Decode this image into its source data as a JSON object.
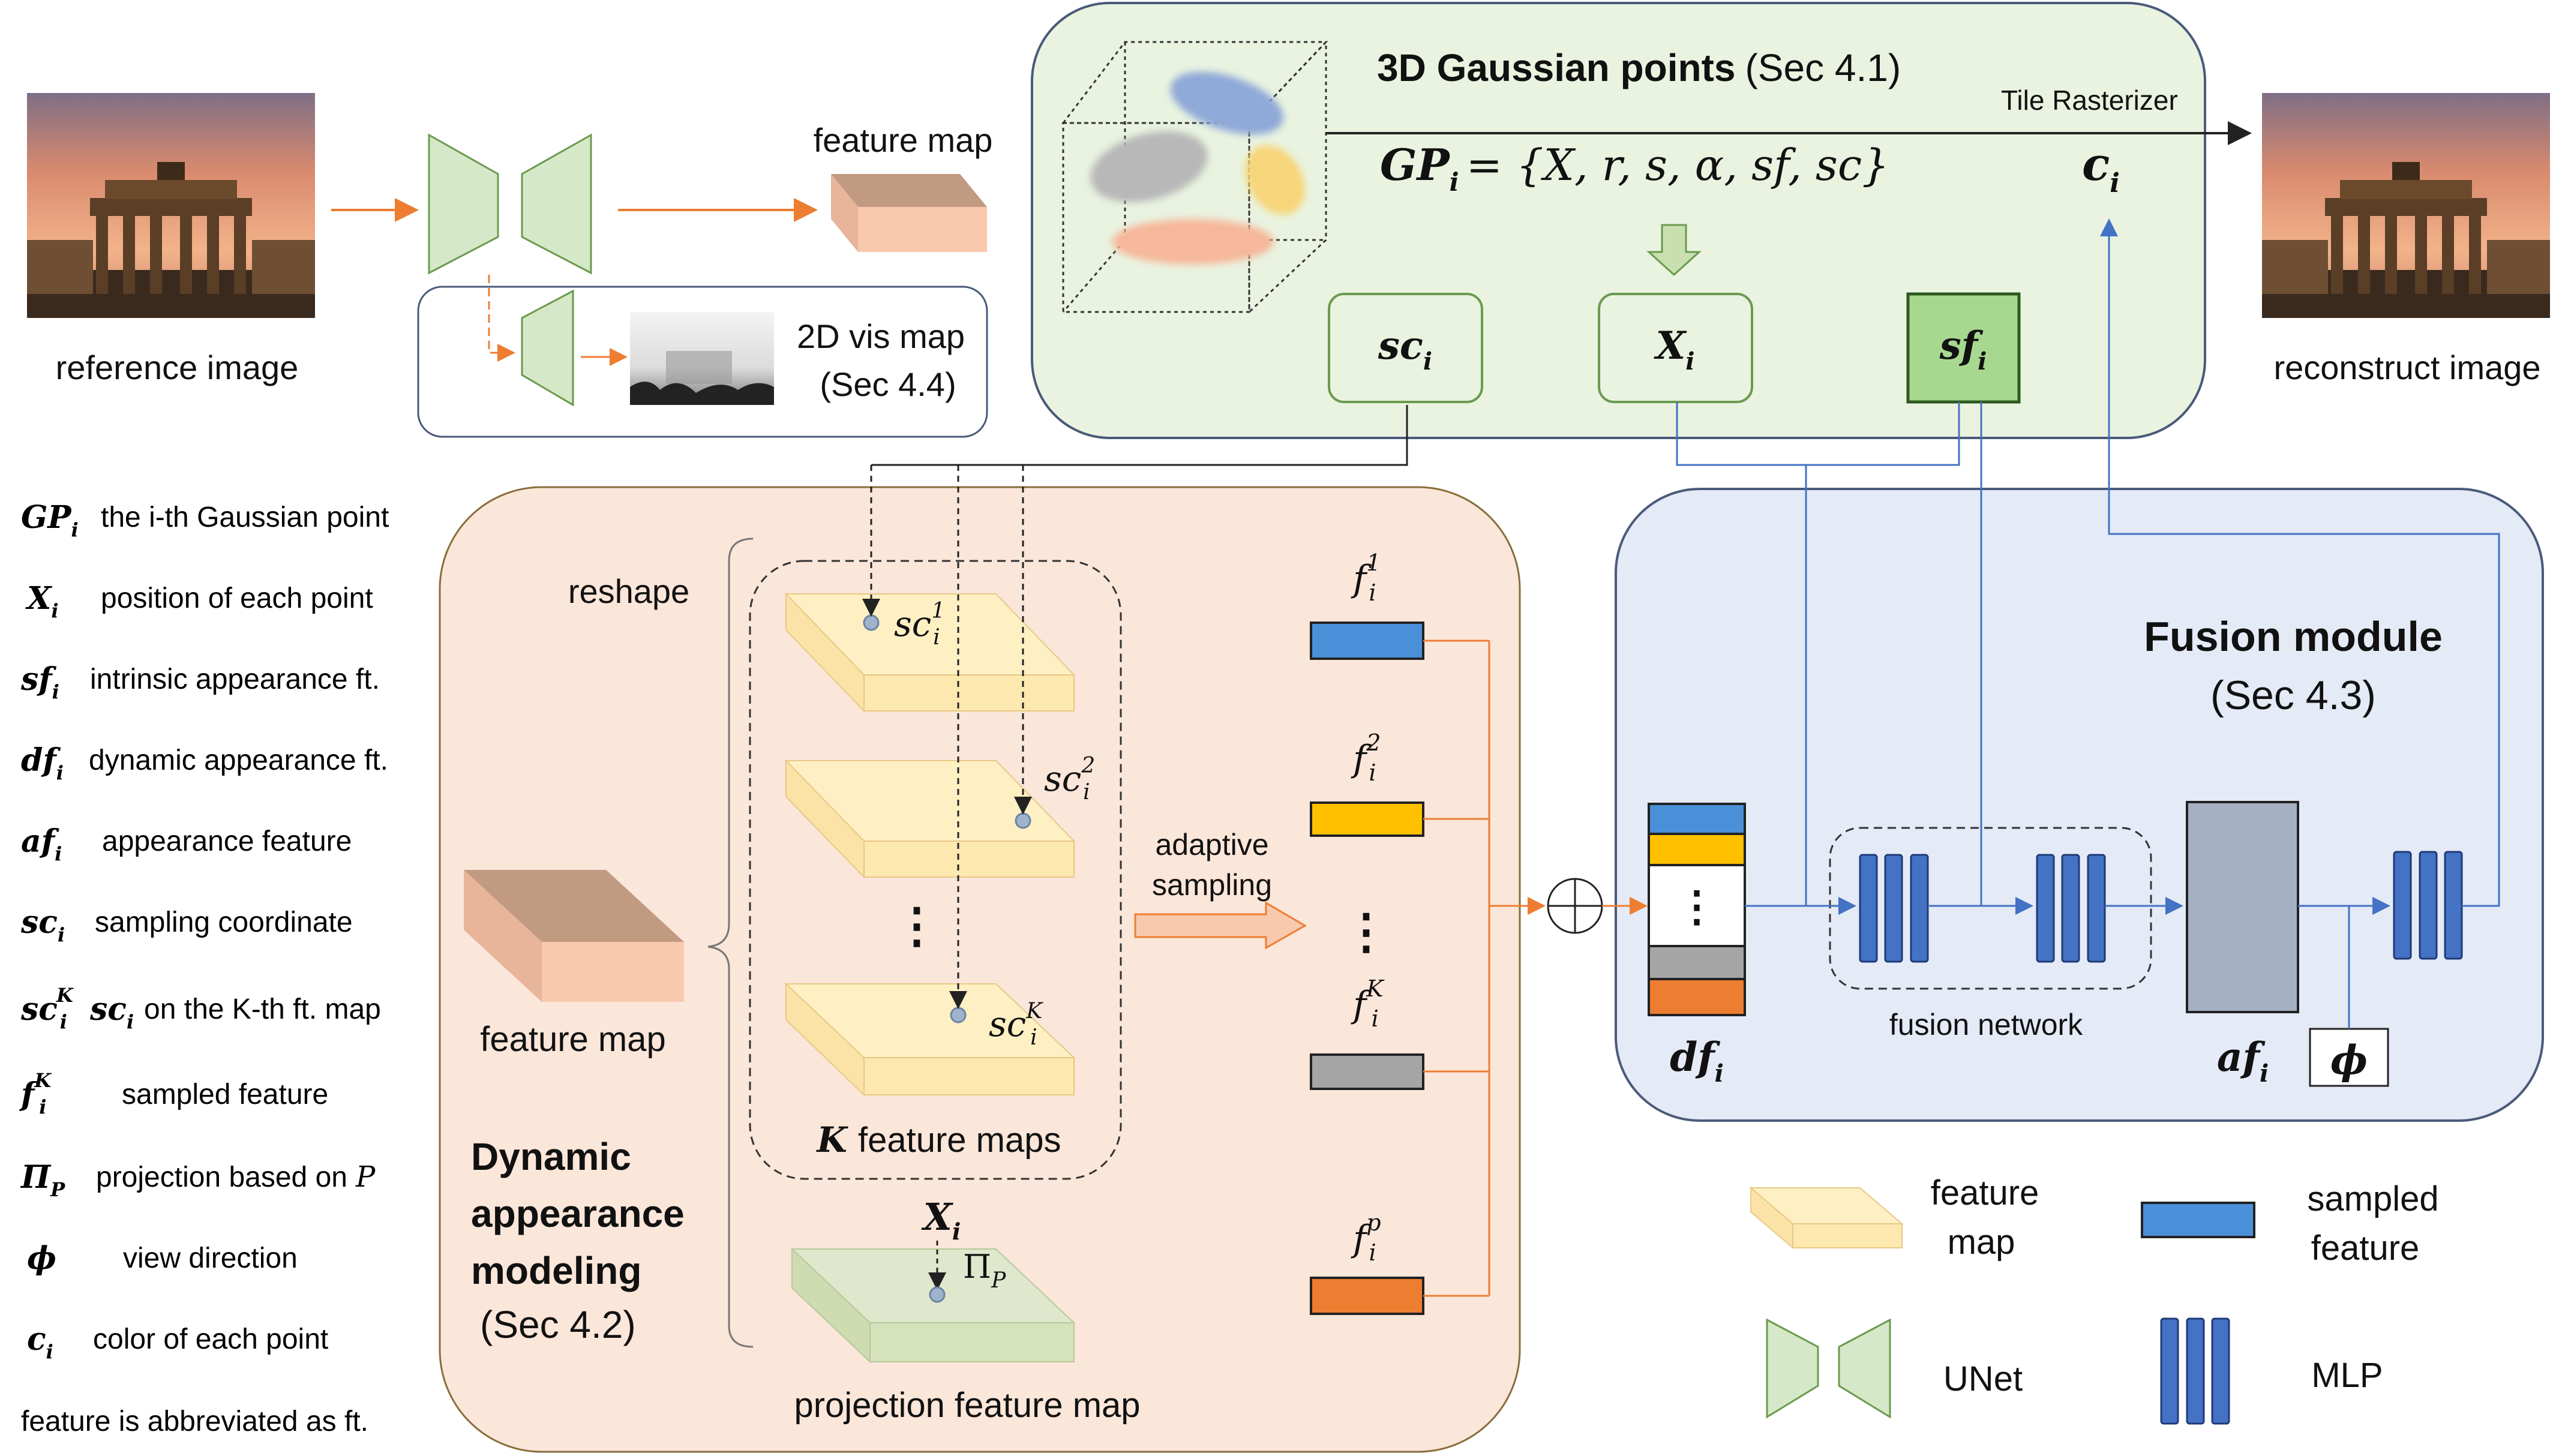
{
  "photo_ref": {
    "caption": "reference image"
  },
  "photo_recon": {
    "caption": "reconstruct image"
  },
  "unet_branch": {
    "feature_map_label": "feature map",
    "vis_map_title": "2D vis map",
    "vis_map_sec": "(Sec 4.4)"
  },
  "gaussian_panel": {
    "title": "3D Gaussian points",
    "title_sec": "(Sec 4.1)",
    "rasterizer_label": "Tile Rasterizer",
    "formula_lhs": "GP",
    "formula_rhs": "= {X, r, s, α, sf, sc}",
    "formula_sub": "i",
    "color_output": "c",
    "box_sc": "sc",
    "box_x": "X",
    "box_sf": "sf",
    "sub_i": "i"
  },
  "legend_left": [
    {
      "symbol": "GP",
      "sub": "i",
      "sup": "",
      "text": "the i-th Gaussian point"
    },
    {
      "symbol": "X",
      "sub": "i",
      "sup": "",
      "text": "position of each point"
    },
    {
      "symbol": "sf",
      "sub": "i",
      "sup": "",
      "text": "intrinsic appearance ft."
    },
    {
      "symbol": "df",
      "sub": "i",
      "sup": "",
      "text": "dynamic appearance ft."
    },
    {
      "symbol": "af",
      "sub": "i",
      "sup": "",
      "text": "appearance feature"
    },
    {
      "symbol": "sc",
      "sub": "i",
      "sup": "",
      "text": "sampling coordinate"
    },
    {
      "symbol": "sc",
      "sub": "i",
      "sup": "K",
      "text": "on the K-th ft. map",
      "inline_symbol": "sc",
      "inline_sub": "i"
    },
    {
      "symbol": "f",
      "sub": "i",
      "sup": "K",
      "text": "sampled feature"
    },
    {
      "symbol": "Π",
      "sub": "P",
      "sup": "",
      "text": "projection based on",
      "text_italic": "P"
    },
    {
      "symbol": "ϕ",
      "sub": "",
      "sup": "",
      "text": "view direction"
    },
    {
      "symbol": "c",
      "sub": "i",
      "sup": "",
      "text": "color of each point"
    }
  ],
  "legend_footnote": "feature is abbreviated as ft.",
  "dynamic_panel": {
    "reshape": "reshape",
    "feature_map": "feature map",
    "title_line1": "Dynamic",
    "title_line2": "appearance",
    "title_line3": "modeling",
    "title_sec": "(Sec 4.2)",
    "k_symbol": "K",
    "k_maps": "feature maps",
    "projection_map": "projection feature map",
    "proj_x": "X",
    "proj_pi": "Π",
    "proj_pi_sub": "P",
    "sc_labels": [
      {
        "sym": "sc",
        "sub": "i",
        "sup": "1"
      },
      {
        "sym": "sc",
        "sub": "i",
        "sup": "2"
      },
      {
        "sym": "sc",
        "sub": "i",
        "sup": "K"
      }
    ],
    "dots": "⋮",
    "adaptive": "adaptive",
    "sampling": "sampling"
  },
  "sampled_features": [
    {
      "sym": "f",
      "sub": "i",
      "sup": "1",
      "color": "#4a90d9"
    },
    {
      "sym": "f",
      "sub": "i",
      "sup": "2",
      "color": "#ffc000"
    },
    {
      "sym": "f",
      "sub": "i",
      "sup": "K",
      "color": "#a5a5a5"
    },
    {
      "sym": "f",
      "sub": "i",
      "sup": "p",
      "color": "#ed7d31"
    }
  ],
  "fusion_panel": {
    "title": "Fusion module",
    "sec": "(Sec 4.3)",
    "network": "fusion network",
    "df": "df",
    "af": "af",
    "phi": "ϕ",
    "sub_i": "i"
  },
  "legend_bottom": {
    "feature_map_1": "feature",
    "feature_map_2": "map",
    "sampled_1": "sampled",
    "sampled_2": "feature",
    "unet": "UNet",
    "mlp": "MLP"
  },
  "colors": {
    "arrow_orange": "#ed7d31",
    "arrow_blue": "#4472c4",
    "green_panel": "#e9f3e0",
    "peach_panel": "#fbe6da",
    "blue_panel": "#e4eaf6",
    "mlp_blue": "#4472c4"
  }
}
